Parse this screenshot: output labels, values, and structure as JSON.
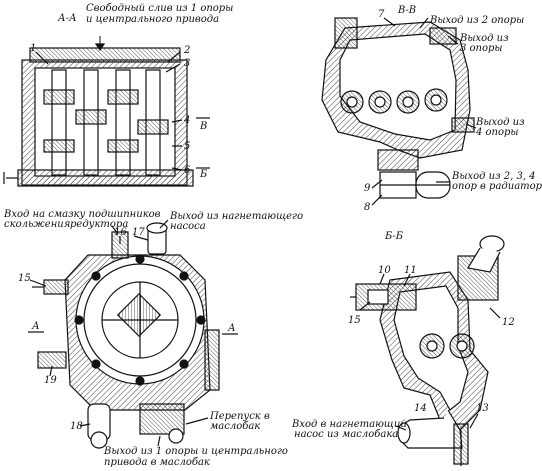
{
  "sections": {
    "aa": "А-А",
    "vv": "В-В",
    "bb": "Б-Б"
  },
  "view_marks": {
    "b_top": "В",
    "b_bottom": "Б",
    "a_left": "А",
    "a_right": "А"
  },
  "annotations": {
    "free_drain_1": "Свободный слив из 1 опоры",
    "free_drain_2": "и центрального привода",
    "out_2": "Выход из 2 опоры",
    "out_3a": "Выход из",
    "out_3b": "3 опоры",
    "out_4a": "Выход из",
    "out_4b": "4 опоры",
    "out_234a": "Выход из 2, 3, 4",
    "out_234b": "опор в радиатор",
    "in_lube_a": "Вход на смазку подшипников",
    "in_lube_b": "скольжения",
    "reducer": "редуктора",
    "pump_out_a": "Выход из нагнетающего",
    "pump_out_b": "насоса",
    "bypass_a": "Перепуск в",
    "bypass_b": "маслобак",
    "out_1_tank_a": "Выход из 1 опоры и центрального",
    "out_1_tank_b": "привода в маслобак",
    "pump_in_a": "Вход в нагнетающий",
    "pump_in_b": "насос из маслобака"
  },
  "numbers": [
    "1",
    "2",
    "3",
    "4",
    "5",
    "6",
    "7",
    "8",
    "9",
    "10",
    "11",
    "12",
    "13",
    "14",
    "15",
    "16",
    "17",
    "18",
    "19"
  ],
  "colors": {
    "ink": "#111111",
    "hatch": "#444444",
    "paper": "#ffffff"
  }
}
